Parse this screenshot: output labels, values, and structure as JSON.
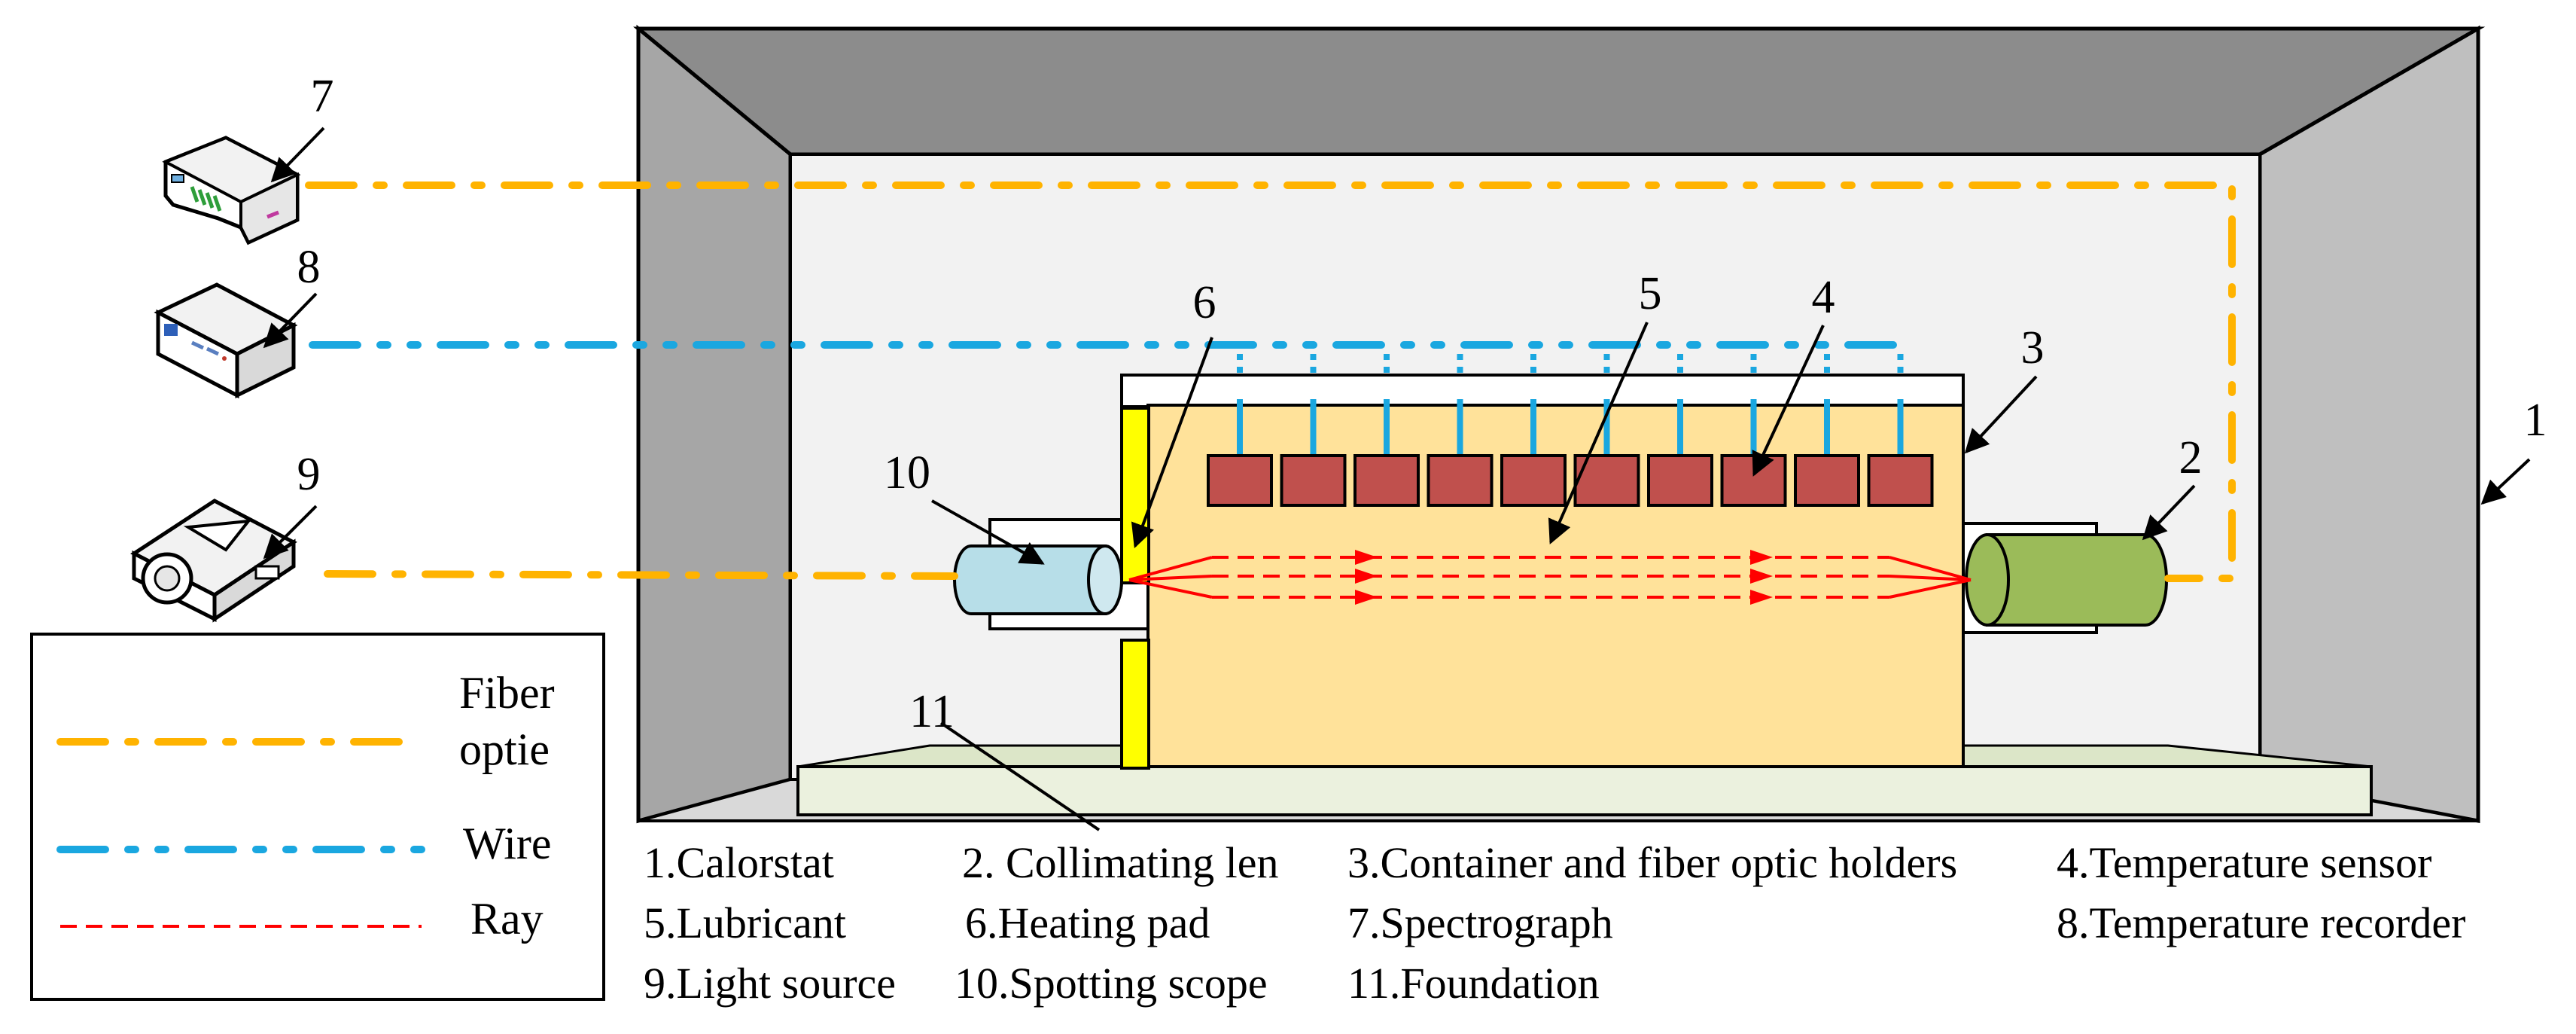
{
  "callouts": {
    "n1": "1",
    "n2": "2",
    "n3": "3",
    "n4": "4",
    "n5": "5",
    "n6": "6",
    "n7": "7",
    "n8": "8",
    "n9": "9",
    "n10": "10",
    "n11": "11"
  },
  "legend": {
    "fiber_line1": "Fiber",
    "fiber_line2": "optie",
    "wire": "Wire",
    "ray": "Ray"
  },
  "captions": {
    "c1": "1.Calorstat",
    "c2": "2. Collimating len",
    "c3": "3.Container and fiber optic holders",
    "c4": "4.Temperature sensor",
    "c5": "5.Lubricant",
    "c6": "6.Heating pad",
    "c7": "7.Spectrograph",
    "c8": "8.Temperature recorder",
    "c9": "9.Light source",
    "c10": "10.Spotting scope",
    "c11": "11.Foundation"
  },
  "colors": {
    "fiber": "#FFB300",
    "wire": "#1AA7E0",
    "ray": "#FF0000",
    "lubricant": "#FFE29A",
    "sensor": "#C0504D",
    "heating_pad": "#FFFF00",
    "collimator": "#9BBB59",
    "scope": "#B7DEE8",
    "chamber_top": "#8C8C8C",
    "chamber_side": "#A6A6A6",
    "chamber_back": "#F2F2F2",
    "foundation": "#EBF1DE"
  },
  "icons": {
    "spectrograph": "spectrograph-icon",
    "temperature_recorder": "temperature-recorder-icon",
    "light_source": "light-source-icon"
  }
}
